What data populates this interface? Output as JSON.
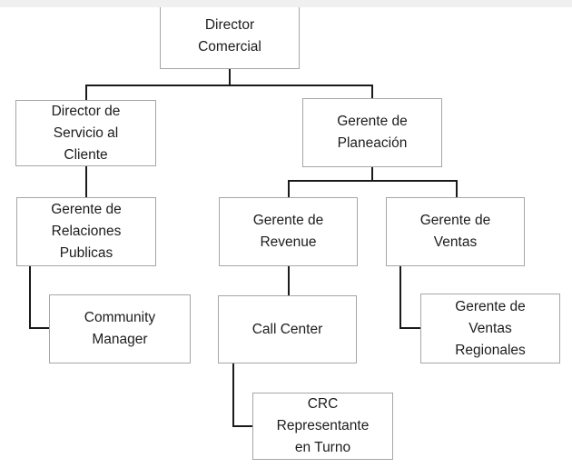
{
  "page": {
    "background_color": "#ffffff",
    "page_edge_line_color": "#c6c6c6",
    "below_page_color": "#f0f0f1"
  },
  "diagram": {
    "type": "org-chart",
    "connector_color": "#1a1a1a",
    "box_border_color": "#a6a6a6",
    "text_color": "#1c1c1c",
    "nodes": [
      {
        "id": "director-comercial",
        "label": "Director\nComercial",
        "reports_to": null
      },
      {
        "id": "director-servicio-al-cliente",
        "label": "Director de\nServicio al\nCliente",
        "reports_to": "director-comercial"
      },
      {
        "id": "gerente-de-planeacion",
        "label": "Gerente de\nPlaneación",
        "reports_to": "director-comercial"
      },
      {
        "id": "gerente-relaciones-publicas",
        "label": "Gerente de\nRelaciones\nPublicas",
        "reports_to": "director-servicio-al-cliente"
      },
      {
        "id": "community-manager",
        "label": "Community\nManager",
        "reports_to": "gerente-relaciones-publicas"
      },
      {
        "id": "gerente-de-revenue",
        "label": "Gerente de\nRevenue",
        "reports_to": "gerente-de-planeacion"
      },
      {
        "id": "gerente-de-ventas",
        "label": "Gerente de\nVentas",
        "reports_to": "gerente-de-planeacion"
      },
      {
        "id": "call-center",
        "label": "Call Center",
        "reports_to": "gerente-de-revenue"
      },
      {
        "id": "gerente-ventas-regionales",
        "label": "Gerente de\nVentas\nRegionales",
        "reports_to": "gerente-de-ventas"
      },
      {
        "id": "crc-representante-en-turno",
        "label": "CRC\nRepresentante\nen Turno",
        "reports_to": "call-center"
      }
    ]
  }
}
